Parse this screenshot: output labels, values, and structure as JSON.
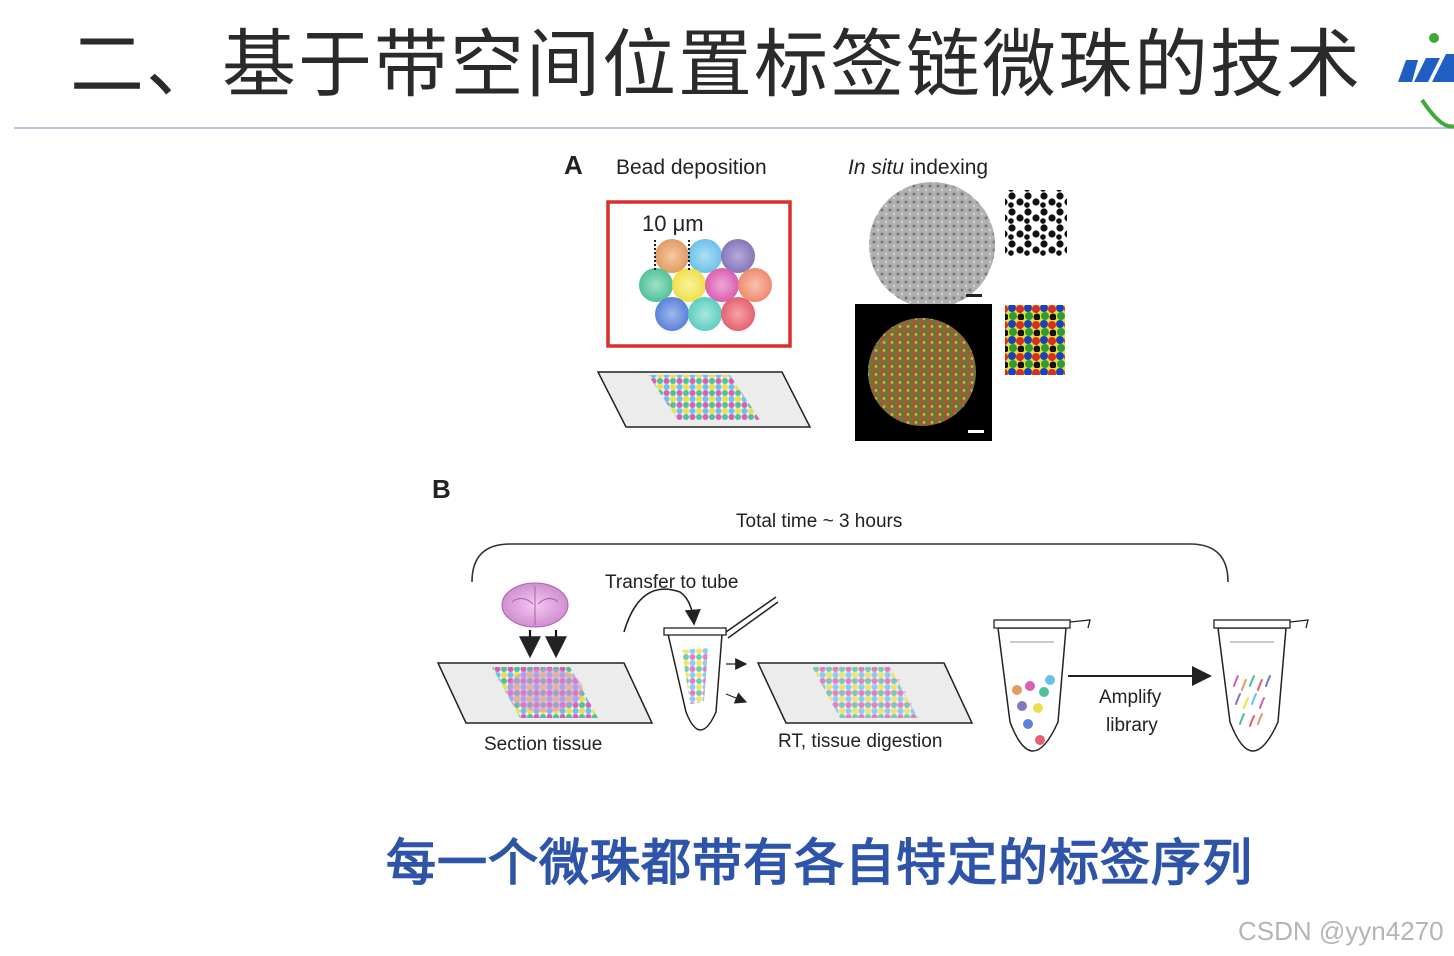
{
  "title": "二、基于带空间位置标签链微珠的技术",
  "figure": {
    "panel_a": {
      "letter": "A",
      "bead_deposition": "Bead deposition",
      "scale": "10 μm",
      "in_situ_italic": "In situ",
      "in_situ_rest": " indexing"
    },
    "panel_b": {
      "letter": "B",
      "total_time": "Total time ~ 3 hours",
      "transfer": "Transfer to tube",
      "section_tissue": "Section tissue",
      "rt_digestion": "RT, tissue digestion",
      "amplify_line1": "Amplify",
      "amplify_line2": "library"
    },
    "highlight_color": "#d9302b"
  },
  "subtitle": "每一个微珠都带有各自特定的标签序列",
  "watermark": "CSDN @yyn4270"
}
